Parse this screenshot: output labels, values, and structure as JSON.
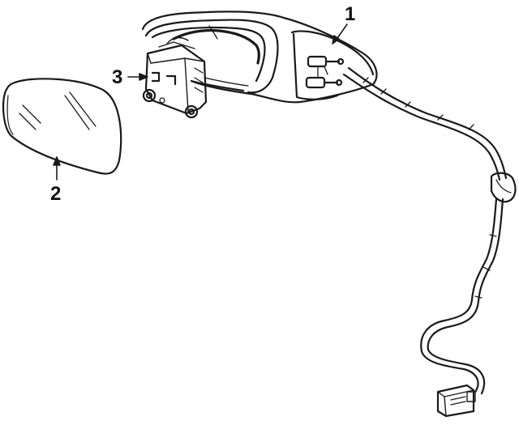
{
  "callouts": {
    "part_1": "1",
    "part_2": "2",
    "part_3": "3"
  },
  "colors": {
    "line": "#1a1a1a",
    "background": "#ffffff"
  }
}
